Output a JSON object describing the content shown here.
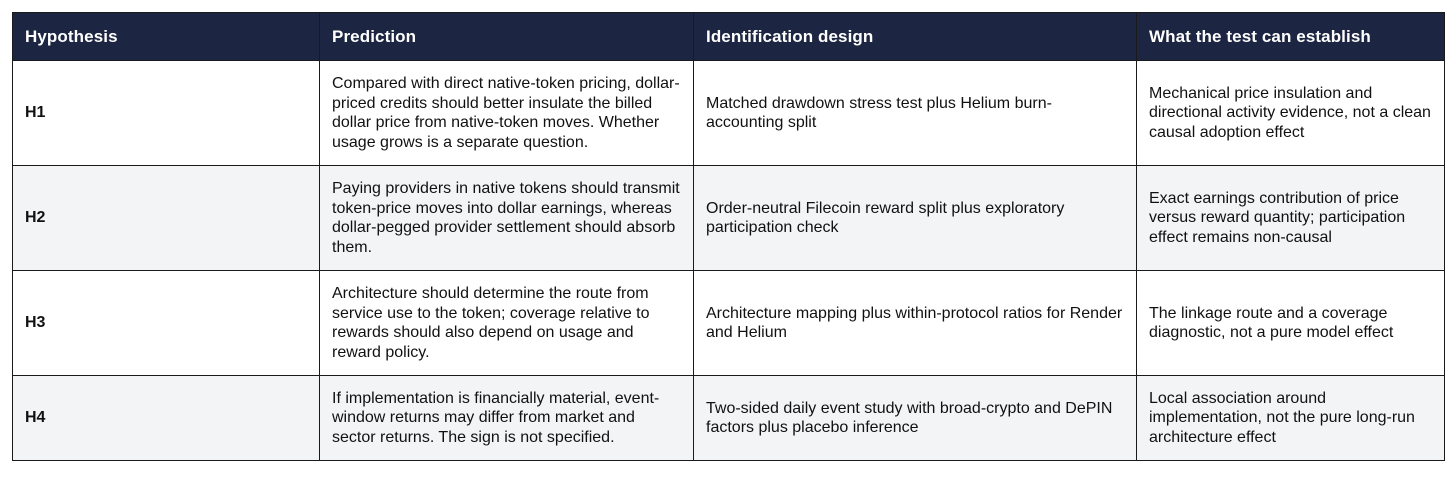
{
  "table": {
    "headers": [
      "Hypothesis",
      "Prediction",
      "Identification design",
      "What the test can establish"
    ],
    "rows": [
      {
        "hypothesis": "H1",
        "prediction": "Compared with direct native-token pricing, dollar-priced credits should better insulate the billed dollar price from native-token moves. Whether usage grows is a separate question.",
        "design": "Matched drawdown stress test plus Helium burn-accounting split",
        "establish": "Mechanical price insulation and directional activity evidence, not a clean causal adoption effect"
      },
      {
        "hypothesis": "H2",
        "prediction": "Paying providers in native tokens should transmit token-price moves into dollar earnings, whereas dollar-pegged provider settlement should absorb them.",
        "design": "Order-neutral Filecoin reward split plus exploratory participation check",
        "establish": "Exact earnings contribution of price versus reward quantity; participation effect remains non-causal"
      },
      {
        "hypothesis": "H3",
        "prediction": "Architecture should determine the route from service use to the token; coverage relative to rewards should also depend on usage and reward policy.",
        "design": "Architecture mapping plus within-protocol ratios for Render and Helium",
        "establish": "The linkage route and a coverage diagnostic, not a pure model effect"
      },
      {
        "hypothesis": "H4",
        "prediction": "If implementation is financially material, event-window returns may differ from market and sector returns. The sign is not specified.",
        "design": "Two-sided daily event study with broad-crypto and DePIN factors plus placebo inference",
        "establish": "Local association around implementation, not the pure long-run architecture effect"
      }
    ]
  }
}
